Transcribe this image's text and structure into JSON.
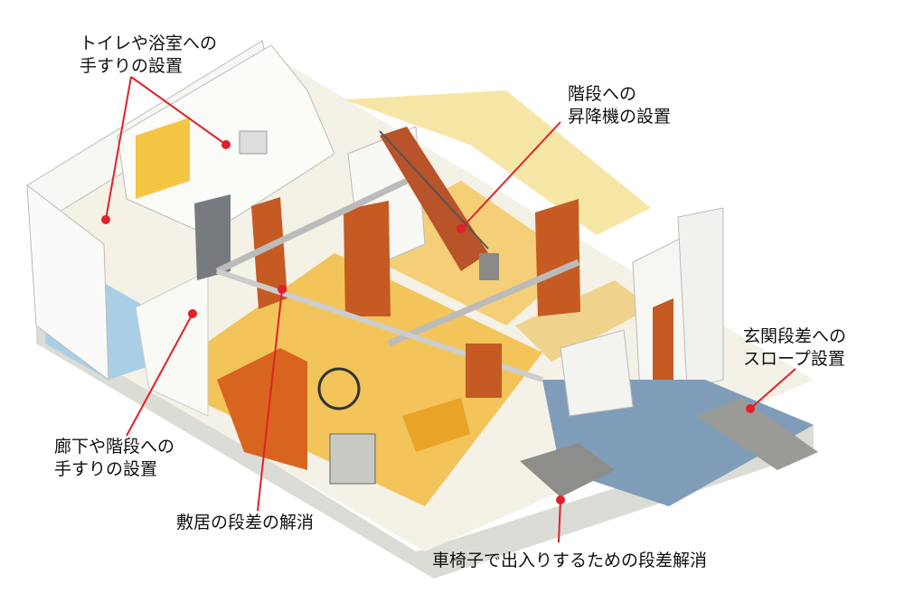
{
  "labels": {
    "toilet_bath": [
      "トイレや浴室への",
      "手すりの設置"
    ],
    "stair_lift": [
      "階段への",
      "昇降機の設置"
    ],
    "entrance_ramp": [
      "玄関段差への",
      "スロープ設置"
    ],
    "hallway": [
      "廊下や階段への",
      "手すりの設置"
    ],
    "threshold": "敷居の段差の解消",
    "wheelchair": "車椅子で出入りするための段差解消"
  },
  "colors": {
    "leader": "#e0202a",
    "floor_wood": "#f2c45a",
    "wall": "#f7f7f4",
    "door": "#c65a23",
    "bath": "#a9cfe6",
    "entrance": "#7f9db8"
  }
}
